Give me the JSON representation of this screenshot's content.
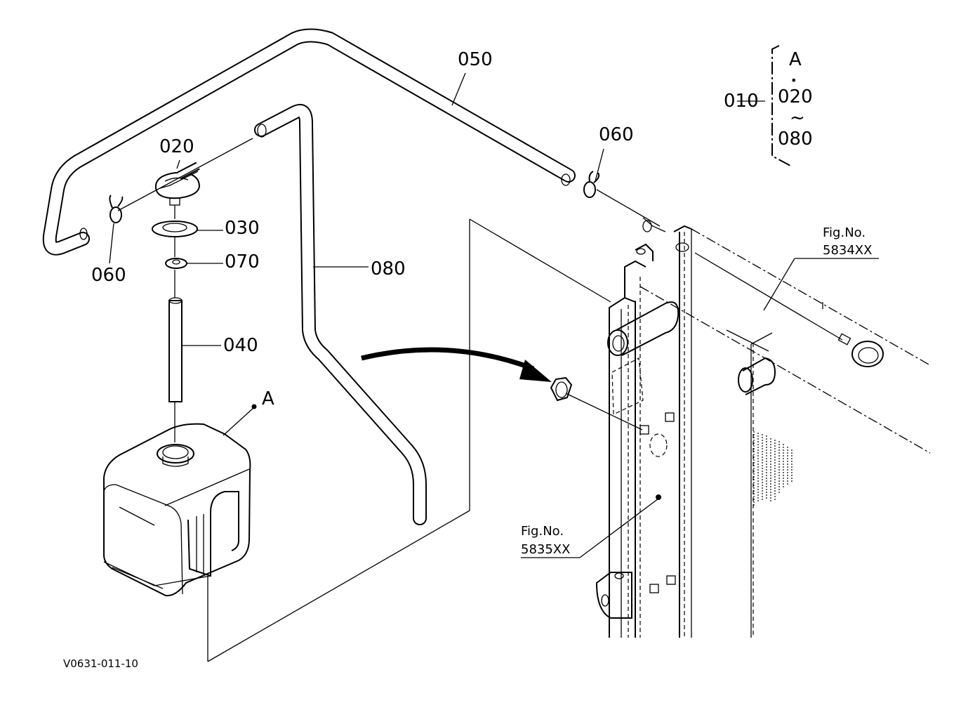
{
  "diagram": {
    "drawing_code": "V0631-011-10",
    "parts": {
      "p010": "010",
      "p020": "020",
      "p030": "030",
      "p040": "040",
      "p050": "050",
      "p060_right": "060",
      "p060_left": "060",
      "p070": "070",
      "p080": "080"
    },
    "assembly_key": {
      "top": "A",
      "dot": "•",
      "from": "020",
      "range": "~",
      "to": "080"
    },
    "callout_a": "A",
    "fig_refs": {
      "radiator_label": "Fig.No.",
      "radiator_number": "5834XX",
      "frame_label": "Fig.No.",
      "frame_number": "5835XX"
    }
  }
}
